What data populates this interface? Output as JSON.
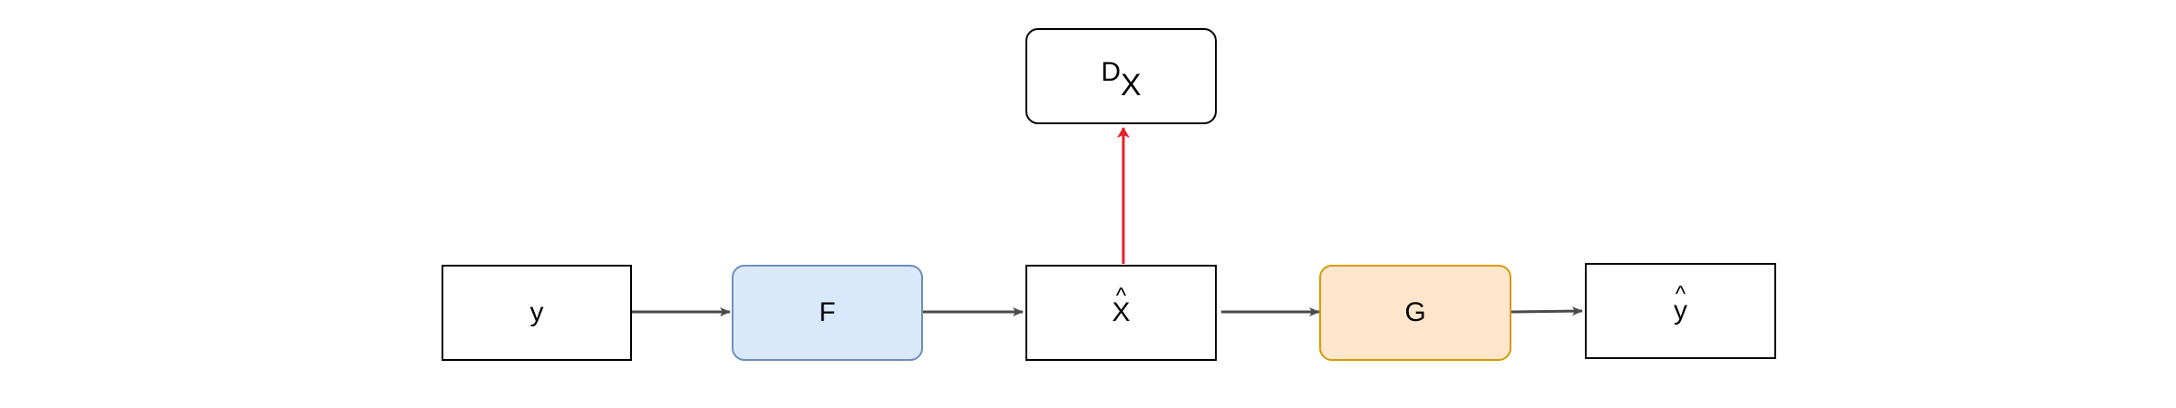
{
  "nodes": {
    "y": {
      "label": "y"
    },
    "F": {
      "label": "F"
    },
    "x_hat": {
      "base": "X",
      "hat": "^"
    },
    "G": {
      "label": "G"
    },
    "y_hat": {
      "base": "y",
      "hat": "^"
    },
    "D_X": {
      "main": "D",
      "sub": "X"
    }
  },
  "edges": [
    {
      "from": "y",
      "to": "F",
      "color": "#4a4a4a"
    },
    {
      "from": "F",
      "to": "x_hat",
      "color": "#4a4a4a"
    },
    {
      "from": "x_hat",
      "to": "G",
      "color": "#4a4a4a"
    },
    {
      "from": "G",
      "to": "y_hat",
      "color": "#4a4a4a"
    },
    {
      "from": "x_hat",
      "to": "D_X",
      "color": "#e8202a"
    }
  ],
  "colors": {
    "f_fill": "#dae8fc",
    "f_stroke": "#6c8ebf",
    "g_fill": "#ffe6cc",
    "g_stroke": "#d79b00",
    "edge": "#4a4a4a",
    "adversarial_edge": "#e8202a"
  }
}
